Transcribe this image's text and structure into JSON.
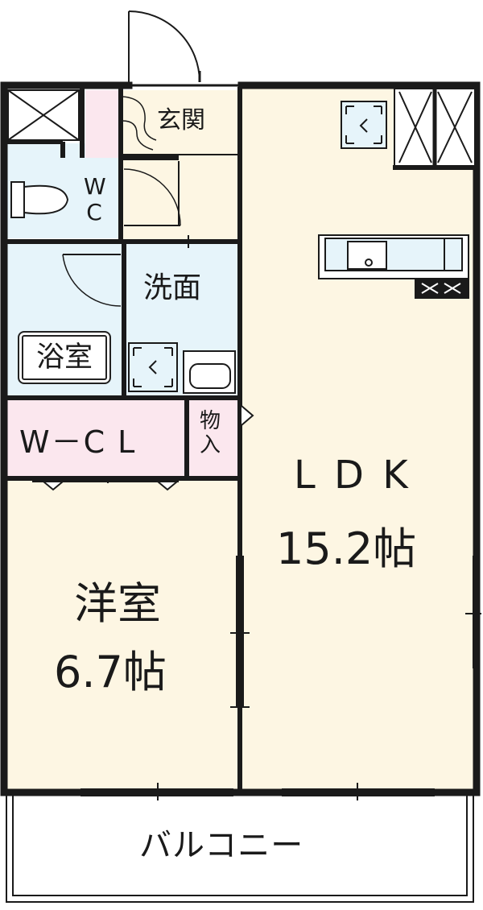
{
  "rooms": {
    "genkan": "玄関",
    "wc": "WC",
    "senmen": "洗面",
    "yokushitsu": "浴室",
    "wcl": "W－C L",
    "mono": "物入",
    "ldk_name": "L D K",
    "ldk_size": "15.2帖",
    "yoshitsu_name": "洋室",
    "yoshitsu_size": "6.7帖",
    "balcony": "バルコニー"
  },
  "colors": {
    "wall": "#1a1a1a",
    "living_floor": "#fdf6e3",
    "wet_area": "#e6f4fa",
    "closet": "#fbe7ee",
    "balcony": "#ffffff"
  }
}
